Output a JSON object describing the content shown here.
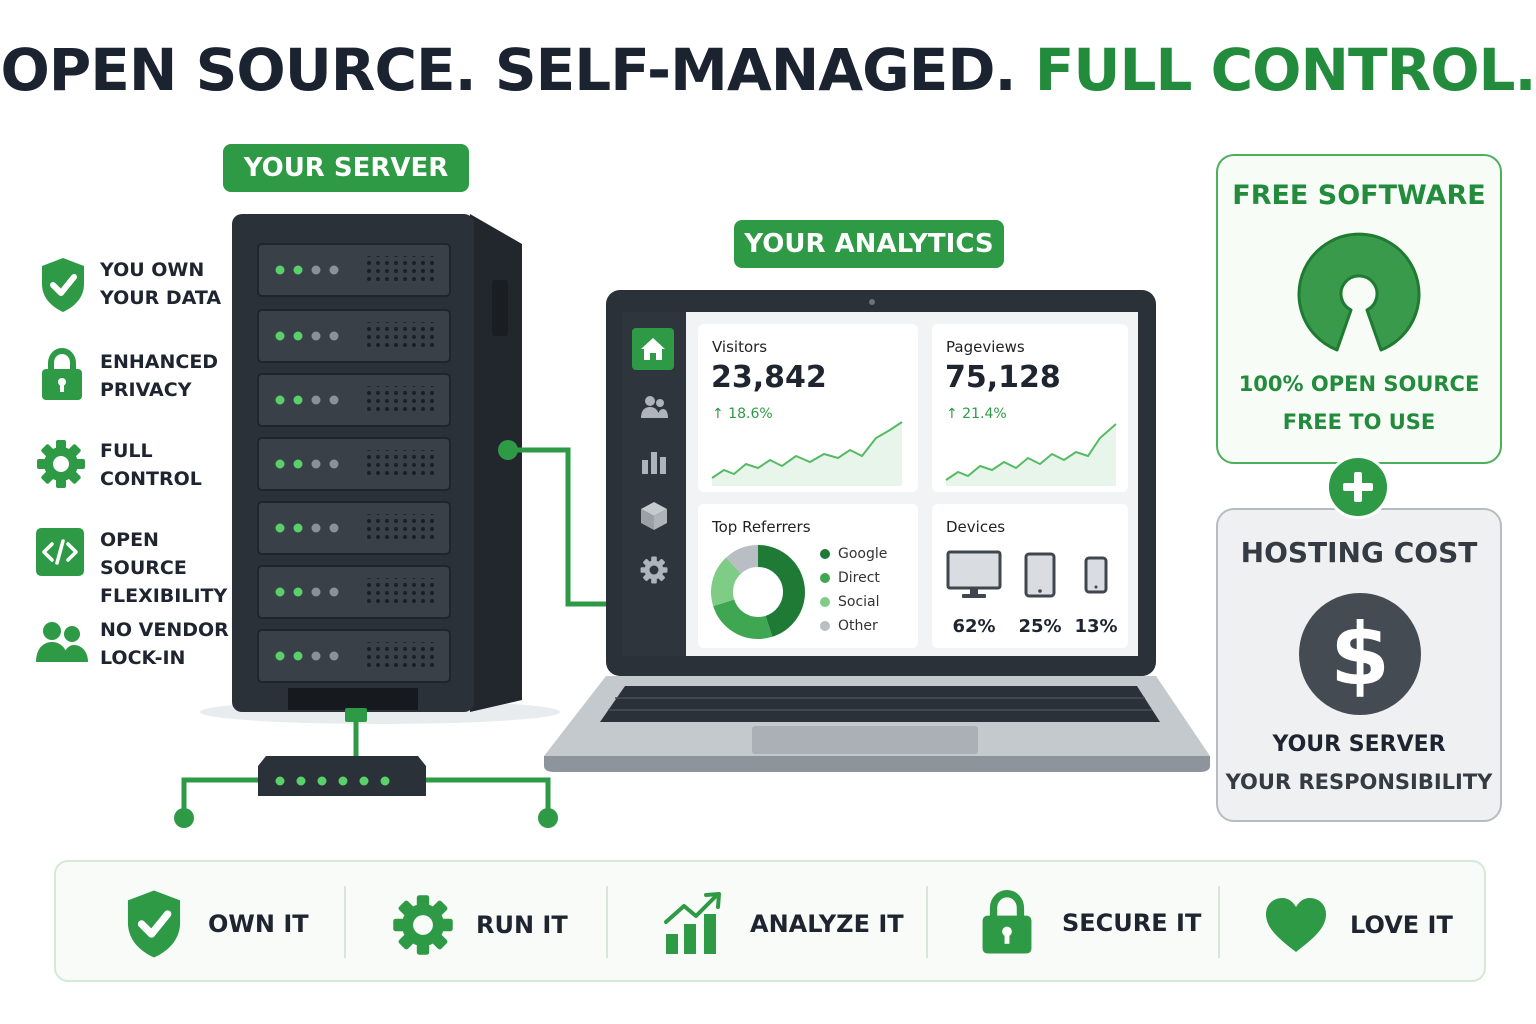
{
  "headline": {
    "part1": "OPEN SOURCE. SELF-MANAGED.",
    "part2": "FULL CONTROL."
  },
  "server": {
    "label": "YOUR SERVER"
  },
  "analytics": {
    "label": "YOUR ANALYTICS"
  },
  "features": [
    {
      "line1": "YOU OWN",
      "line2": "YOUR DATA",
      "icon": "shield-check-icon"
    },
    {
      "line1": "ENHANCED",
      "line2": "PRIVACY",
      "icon": "padlock-icon"
    },
    {
      "line1": "FULL",
      "line2": "CONTROL",
      "icon": "gear-icon"
    },
    {
      "line1": "OPEN SOURCE",
      "line2": "FLEXIBILITY",
      "icon": "code-icon"
    },
    {
      "line1": "NO VENDOR",
      "line2": "LOCK-IN",
      "icon": "users-icon"
    }
  ],
  "dashboard": {
    "visitors": {
      "title": "Visitors",
      "value": "23,842",
      "delta": "↑ 18.6%"
    },
    "pageviews": {
      "title": "Pageviews",
      "value": "75,128",
      "delta": "↑ 21.4%"
    },
    "referrers": {
      "title": "Top Referrers",
      "items": [
        {
          "name": "Google",
          "color": "#1e7a34",
          "share": 0.45
        },
        {
          "name": "Direct",
          "color": "#3fa652",
          "share": 0.25
        },
        {
          "name": "Social",
          "color": "#7fcc86",
          "share": 0.18
        },
        {
          "name": "Other",
          "color": "#b9bec4",
          "share": 0.12
        }
      ]
    },
    "devices": {
      "title": "Devices",
      "items": [
        {
          "icon": "desktop-icon",
          "pct": "62%"
        },
        {
          "icon": "tablet-icon",
          "pct": "25%"
        },
        {
          "icon": "phone-icon",
          "pct": "13%"
        }
      ]
    }
  },
  "free_software": {
    "title": "FREE SOFTWARE",
    "line1": "100% OPEN SOURCE",
    "line2": "FREE TO USE"
  },
  "hosting": {
    "title": "HOSTING COST",
    "line1": "YOUR SERVER",
    "line2": "YOUR RESPONSIBILITY"
  },
  "bottom_bar": [
    {
      "label": "OWN IT",
      "icon": "shield-check-icon"
    },
    {
      "label": "RUN IT",
      "icon": "gear-icon"
    },
    {
      "label": "ANALYZE IT",
      "icon": "growth-chart-icon"
    },
    {
      "label": "SECURE IT",
      "icon": "padlock-icon"
    },
    {
      "label": "LOVE IT",
      "icon": "heart-icon"
    }
  ],
  "colors": {
    "green": "#2e9a45",
    "dark": "#2b3138",
    "headline": "#1b2330"
  }
}
